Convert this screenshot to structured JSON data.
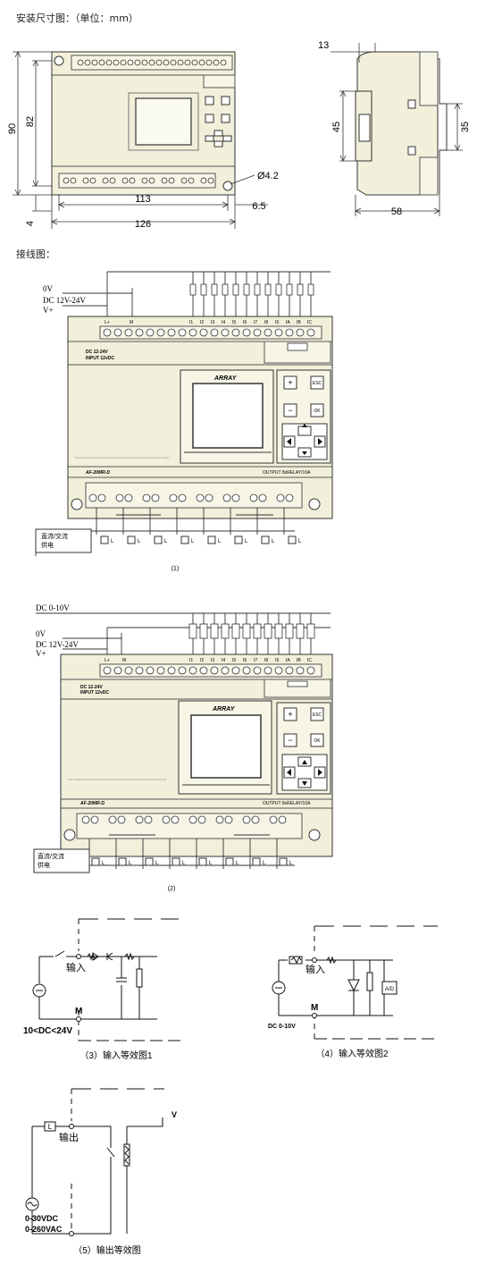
{
  "sections": {
    "install_title": "安装尺寸图：（单位：mm）",
    "wiring_title": "接线图："
  },
  "dims": {
    "d90": "90",
    "d82": "82",
    "d4": "4",
    "d113": "113",
    "d6_5": "6.5",
    "d126": "126",
    "hole": "Ø4.2",
    "d13": "13",
    "d45": "45",
    "d35": "35",
    "d58": "58"
  },
  "wiring1": {
    "zero_v": "0V",
    "dc_supply": "DC 12V-24V",
    "v_plus": "V+",
    "term_lplus": "L+",
    "term_m": "M",
    "inputs": [
      "I1",
      "I2",
      "I3",
      "I4",
      "I5",
      "I6",
      "I7",
      "I8",
      "I9",
      "IA",
      "IB",
      "IC"
    ],
    "dc_label": "DC  12-24V",
    "input_label": "INPUT  12vDC",
    "brand": "ARRAY",
    "model": "AF-20MR-D",
    "output_label": "OUTPUT 8xRELAY/10A",
    "btn_plus": "+",
    "btn_esc": "ESC",
    "btn_minus": "−",
    "btn_ok": "OK",
    "supply_box_1": "直流/交流",
    "supply_box_2": "供电",
    "load": "L",
    "caption": "(1)"
  },
  "wiring2": {
    "dc_0_10": "DC 0-10V",
    "zero_v": "0V",
    "dc_supply": "DC 12V-24V",
    "v_plus": "V+",
    "term_lplus": "L+",
    "term_m": "M",
    "inputs": [
      "I1",
      "I2",
      "I3",
      "I4",
      "I5",
      "I6",
      "I7",
      "I8",
      "I9",
      "IA",
      "IB",
      "IC"
    ],
    "dc_label": "DC  12-24V",
    "input_label": "INPUT  12vDC",
    "brand": "ARRAY",
    "model": "AF-20MR-D",
    "output_label": "OUTPUT 8xRELAY/10A",
    "btn_plus": "+",
    "btn_esc": "ESC",
    "btn_minus": "−",
    "btn_ok": "OK",
    "supply_box_1": "直流/交流",
    "supply_box_2": "供电",
    "load": "L",
    "caption": "(2)"
  },
  "eq1": {
    "input": "输入",
    "m": "M",
    "range": "10<DC<24V",
    "caption": "（3）输入等效图1"
  },
  "eq2": {
    "input": "输入",
    "m": "M",
    "range": "DC 0-10V",
    "ad": "A/D",
    "caption": "（4）输入等效图2"
  },
  "eq3": {
    "l": "L",
    "output": "输出",
    "v": "V",
    "range1": "0-30VDC",
    "range2": "0-260VAC",
    "caption": "（5）输出等效图"
  }
}
